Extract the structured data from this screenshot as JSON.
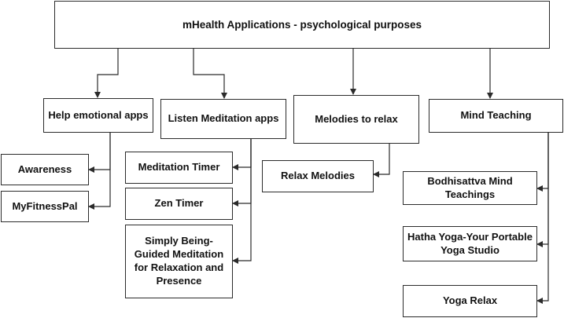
{
  "diagram": {
    "root": "mHealth Applications - psychological purposes",
    "categories": [
      {
        "label": "Help emotional apps",
        "apps": [
          "Awareness",
          "MyFitnessPal"
        ]
      },
      {
        "label": "Listen Meditation apps",
        "apps": [
          "Meditation Timer",
          "Zen Timer",
          "Simply Being-Guided Meditation for Relaxation and Presence"
        ]
      },
      {
        "label": "Melodies to relax",
        "apps": [
          "Relax Melodies"
        ]
      },
      {
        "label": "Mind Teaching",
        "apps": [
          "Bodhisattva Mind Teachings",
          "Hatha Yoga-Your Portable Yoga Studio",
          "Yoga Relax"
        ]
      }
    ]
  }
}
